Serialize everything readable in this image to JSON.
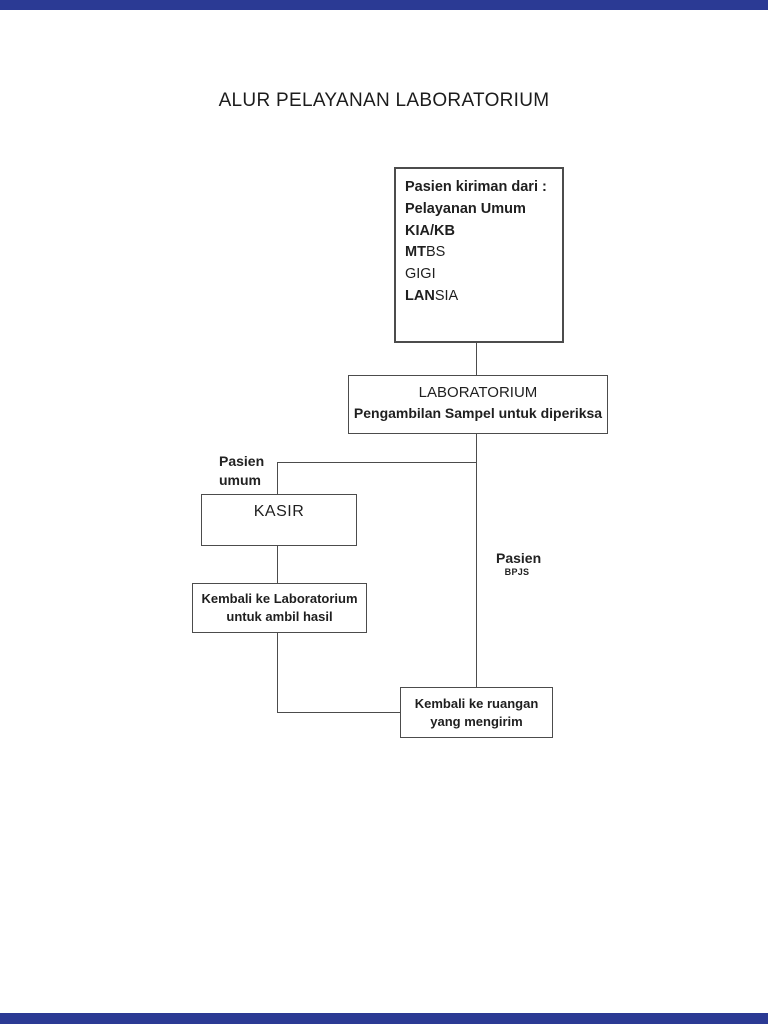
{
  "page": {
    "title": "ALUR PELAYANAN LABORATORIUM"
  },
  "colors": {
    "edge_bar": "#2b3a94",
    "border": "#4c4c4c",
    "connector": "#4c4c4c",
    "text": "#1f1f1f"
  },
  "flowchart": {
    "referral_box": {
      "lines": [
        {
          "segments": [
            {
              "text": "Pasien kiriman dari :",
              "bold": true
            }
          ]
        },
        {
          "segments": [
            {
              "text": "Pelayanan Umum",
              "bold": true
            }
          ]
        },
        {
          "segments": [
            {
              "text": "KIA/KB",
              "bold": true
            }
          ]
        },
        {
          "segments": [
            {
              "text": "MT",
              "bold": true
            },
            {
              "text": "BS",
              "bold": false
            }
          ]
        },
        {
          "segments": [
            {
              "text": "GIGI",
              "bold": false
            }
          ]
        },
        {
          "segments": [
            {
              "text": "LAN",
              "bold": true
            },
            {
              "text": "SIA",
              "bold": false
            }
          ]
        }
      ]
    },
    "laboratorium_box": {
      "line1": "LABORATORIUM",
      "line2": "Pengambilan Sampel untuk diperiksa"
    },
    "kasir_box": {
      "label": "KASIR"
    },
    "return_lab_box": {
      "line1": "Kembali ke Laboratorium",
      "line2": "untuk ambil hasil"
    },
    "return_room_box": {
      "line1": "Kembali ke ruangan",
      "line2": "yang mengirim"
    },
    "branch_labels": {
      "left_line1": "Pasien",
      "left_line2": "umum",
      "right_line1": "Pasien",
      "right_line2": "BPJS"
    }
  }
}
